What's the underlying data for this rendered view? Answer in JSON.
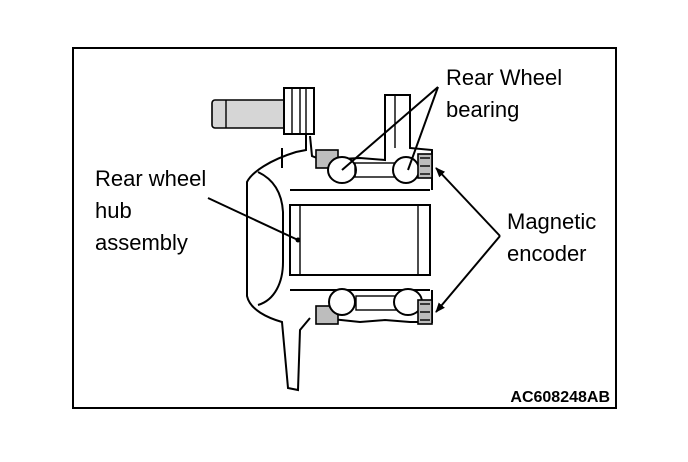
{
  "labels": {
    "bearing_line1": "Rear Wheel",
    "bearing_line2": "bearing",
    "hub_line1": "Rear wheel",
    "hub_line2": "hub",
    "hub_line3": "assembly",
    "encoder_line1": "Magnetic",
    "encoder_line2": "encoder",
    "figure_code": "AC608248AB"
  }
}
